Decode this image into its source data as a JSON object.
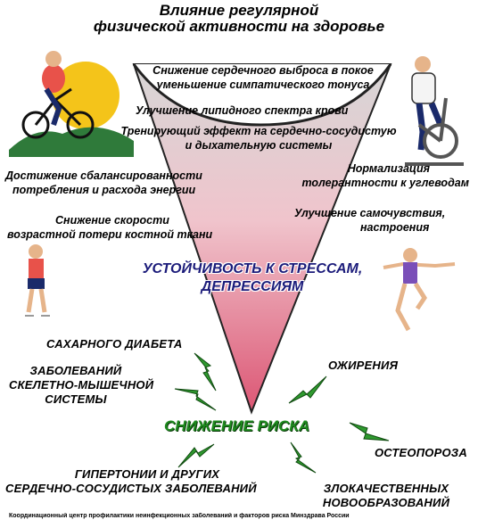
{
  "title": {
    "line1": "Влияние регулярной",
    "line2": "физической активности на здоровье"
  },
  "benefits": {
    "b1_l1": "Снижение сердечного выброса в покое",
    "b1_l2": "уменьшение симпатического тонуса",
    "b2": "Улучшение липидного спектра крови",
    "b3_l1": "Тренирующий эффект на сердечно-сосудистую",
    "b3_l2": "и дыхательную системы",
    "b4_l1": "Достижение сбалансированности",
    "b4_l2": "потребления и расхода энергии",
    "b5_l1": "Нормализация",
    "b5_l2": "толерантности к углеводам",
    "b6_l1": "Снижение скорости",
    "b6_l2": "возрастной потери костной ткани",
    "b7_l1": "Улучшение самочувствия,",
    "b7_l2": "настроения"
  },
  "stress": {
    "line1": "УСТОЙЧИВОСТЬ К СТРЕССАМ,",
    "line2": "ДЕПРЕССИЯМ"
  },
  "risk_label": "СНИЖЕНИЕ РИСКА",
  "risks": {
    "diabetes": "САХАРНОГО ДИАБЕТА",
    "musculo_l1": "ЗАБОЛЕВАНИЙ",
    "musculo_l2": "СКЕЛЕТНО-МЫШЕЧНОЙ",
    "musculo_l3": "СИСТЕМЫ",
    "obesity": "ОЖИРЕНИЯ",
    "osteo": "ОСТЕОПОРОЗА",
    "hyper_l1": "ГИПЕРТОНИИ И ДРУГИХ",
    "hyper_l2": "СЕРДЕЧНО-СОСУДИСТЫХ ЗАБОЛЕВАНИЙ",
    "cancer_l1": "ЗЛОКАЧЕСТВЕННЫХ",
    "cancer_l2": "НОВООБРАЗОВАНИЙ"
  },
  "footer": "Координационный центр профилактики неинфекционных заболеваний и факторов риска Минздрава России",
  "colors": {
    "funnel_top": "#d9d9d9",
    "funnel_bottom": "#e0607a",
    "bolt": "#2f9a2f",
    "sun": "#f4c41a",
    "stress_text": "#1b1b7a",
    "risk_text": "#1e8a1e"
  }
}
